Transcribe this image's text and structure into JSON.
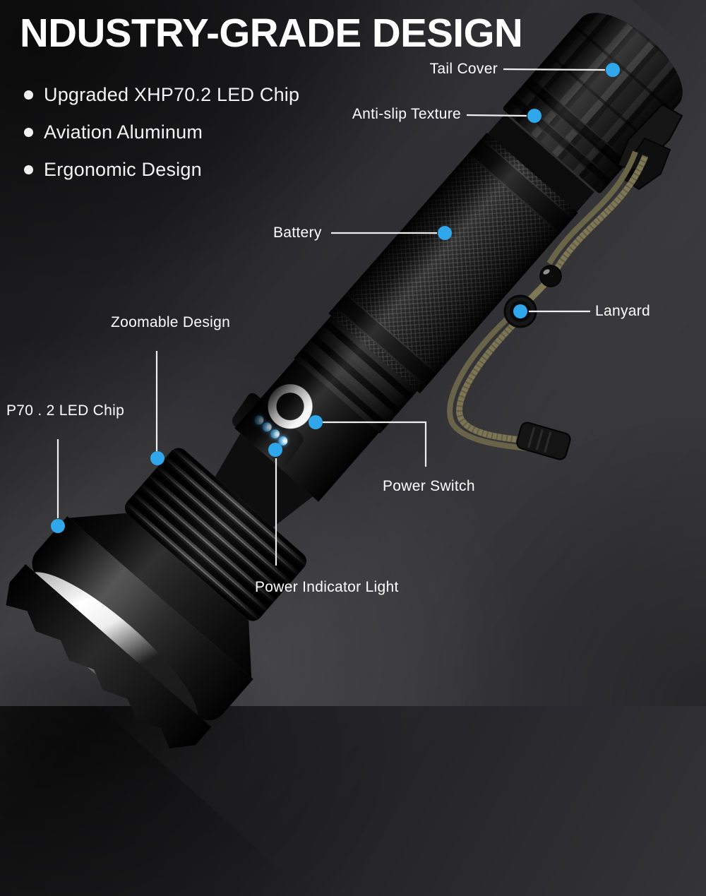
{
  "title": "NDUSTRY-GRADE DESIGN",
  "features": [
    "Upgraded XHP70.2 LED Chip",
    "Aviation Aluminum",
    "Ergonomic Design"
  ],
  "callouts": {
    "tail_cover": "Tail Cover",
    "anti_slip": "Anti-slip Texture",
    "battery": "Battery",
    "lanyard": "Lanyard",
    "zoomable": "Zoomable Design",
    "led_chip": "P70 . 2 LED Chip",
    "power_switch": "Power Switch",
    "power_indicator": "Power Indicator Light"
  },
  "colors": {
    "callout_dot": "#2fa7ea",
    "indicator_led": "#55b1ea",
    "text": "#ffffff",
    "lanyard_cord": "#7c7556",
    "background_dark": "#1a1a1c"
  }
}
